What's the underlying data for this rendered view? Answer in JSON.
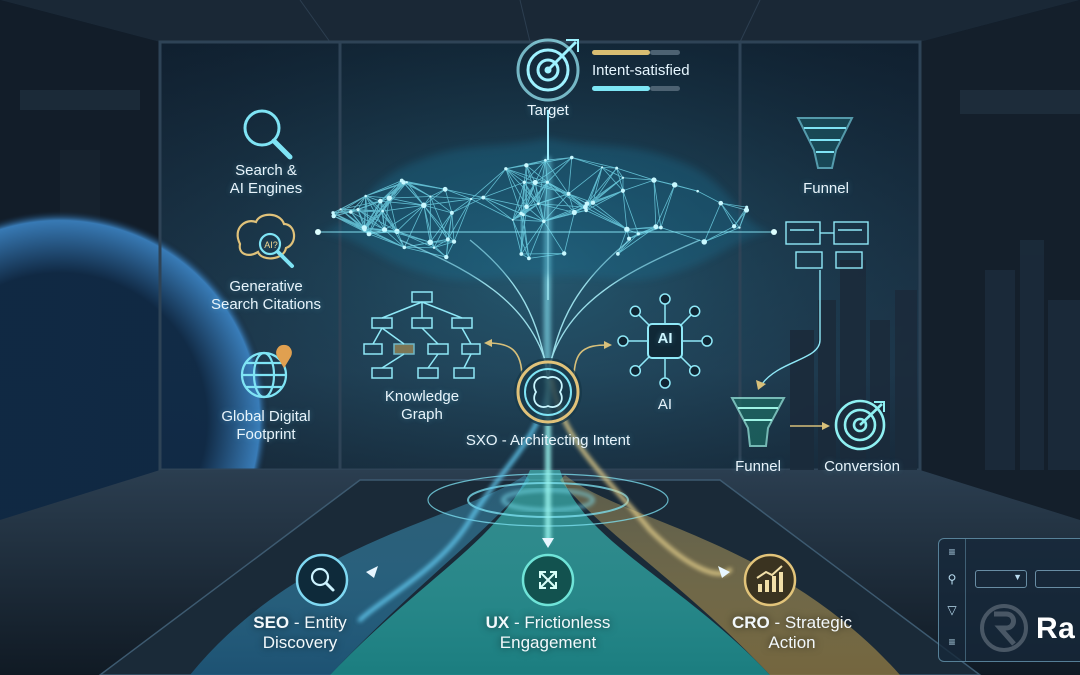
{
  "header": {
    "target_label": "Target",
    "intent_label": "Intent-satisfied"
  },
  "left_items": [
    {
      "icon": "search-magnifier-icon",
      "label_line1": "Search &",
      "label_line2": "AI Engines"
    },
    {
      "icon": "ai-brain-icon",
      "label_line1": "Generative",
      "label_line2": "Search Citations",
      "icon_text": "AI?"
    },
    {
      "icon": "globe-pin-icon",
      "label_line1": "Global Digital",
      "label_line2": "Footprint"
    }
  ],
  "center": {
    "knowledge_graph_line1": "Knowledge",
    "knowledge_graph_line2": "Graph",
    "ai_chip_text": "AI",
    "ai_label": "AI",
    "core_label": "SXO - Architecting Intent"
  },
  "right_items": {
    "funnel_top": "Funnel",
    "funnel_bottom": "Funnel",
    "conversion": "Conversion"
  },
  "bottom_paths": [
    {
      "prefix": "SEO",
      "line1": " - Entity",
      "line2": "Discovery",
      "icon": "search-icon"
    },
    {
      "prefix": "UX",
      "line1": " - Frictionless",
      "line2": "Engagement",
      "icon": "expand-arrows-icon"
    },
    {
      "prefix": "CRO",
      "line1": " - Strategic",
      "line2": "Action",
      "icon": "growth-chart-icon"
    }
  ],
  "brand": {
    "text": "Ra"
  },
  "colors": {
    "cyan": "#5fe3f2",
    "teal": "#2fb8b4",
    "gold": "#d9c07a",
    "background": "#0b1622"
  }
}
